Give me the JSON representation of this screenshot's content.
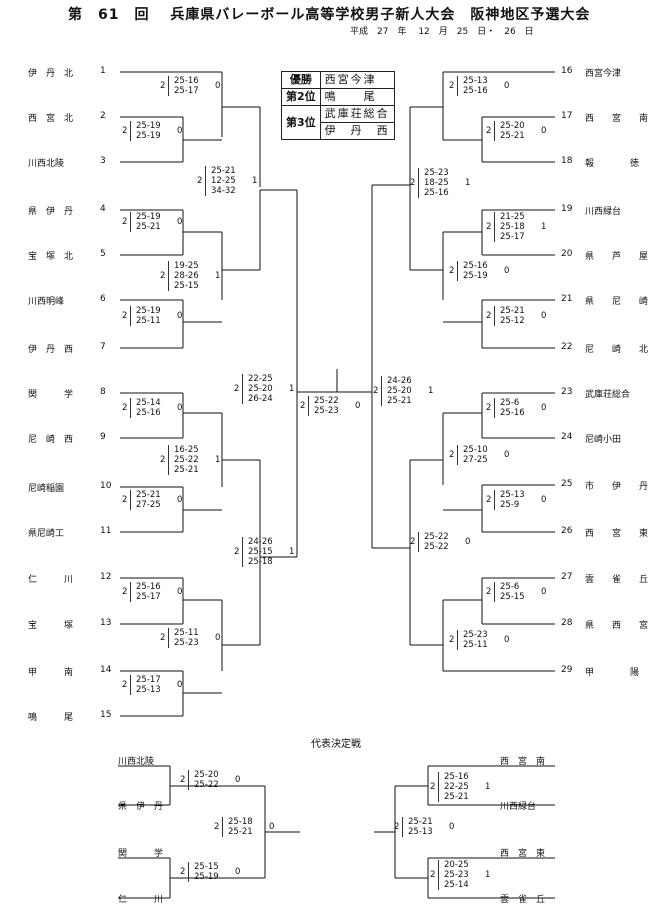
{
  "header": {
    "title": "第　61　回　 兵庫県バレーボール高等学校男子新人大会　阪神地区予選大会",
    "dates": "平成　27　年　 12　月　25　日・　26　日"
  },
  "results": [
    {
      "rank": "優勝",
      "team": "西宮今津"
    },
    {
      "rank": "第2位",
      "team": "鳴　　尾"
    },
    {
      "rank": "第3位",
      "team": "武庫荘総合"
    },
    {
      "rank": "",
      "team": "伊　丹　西"
    }
  ],
  "left_teams": [
    {
      "seed": "1",
      "name": "伊　丹　北"
    },
    {
      "seed": "2",
      "name": "西　宮　北"
    },
    {
      "seed": "3",
      "name": "川西北陵"
    },
    {
      "seed": "4",
      "name": "県　伊　丹"
    },
    {
      "seed": "5",
      "name": "宝　塚　北"
    },
    {
      "seed": "6",
      "name": "川西明峰"
    },
    {
      "seed": "7",
      "name": "伊　丹　西"
    },
    {
      "seed": "8",
      "name": "関　　　学"
    },
    {
      "seed": "9",
      "name": "尼　崎　西"
    },
    {
      "seed": "10",
      "name": "尼崎稲園"
    },
    {
      "seed": "11",
      "name": "県尼崎工"
    },
    {
      "seed": "12",
      "name": "仁　　　川"
    },
    {
      "seed": "13",
      "name": "宝　　　塚"
    },
    {
      "seed": "14",
      "name": "甲　　　南"
    },
    {
      "seed": "15",
      "name": "鳴　　　尾"
    }
  ],
  "right_teams": [
    {
      "seed": "16",
      "name": "西宮今津"
    },
    {
      "seed": "17",
      "name": "西　　宮　　南"
    },
    {
      "seed": "18",
      "name": "報　　　　徳"
    },
    {
      "seed": "19",
      "name": "川西緑台"
    },
    {
      "seed": "20",
      "name": "県　　芦　　屋"
    },
    {
      "seed": "21",
      "name": "県　　尼　　崎"
    },
    {
      "seed": "22",
      "name": "尼　　崎　　北"
    },
    {
      "seed": "23",
      "name": "武庫荘総合"
    },
    {
      "seed": "24",
      "name": "尼崎小田"
    },
    {
      "seed": "25",
      "name": "市　　伊　　丹"
    },
    {
      "seed": "26",
      "name": "西　　宮　　東"
    },
    {
      "seed": "27",
      "name": "雲　　雀　　丘"
    },
    {
      "seed": "28",
      "name": "県　　西　　宮"
    },
    {
      "seed": "29",
      "name": "甲　　　　陽"
    }
  ],
  "scores": [
    {
      "id": "L1",
      "w": "2",
      "sets": [
        "25-16",
        "25-17"
      ],
      "l": "0"
    },
    {
      "id": "L2",
      "w": "2",
      "sets": [
        "25-19",
        "25-19"
      ],
      "l": "0"
    },
    {
      "id": "L3",
      "w": "2",
      "sets": [
        "25-21",
        "12-25",
        "34-32"
      ],
      "l": "1"
    },
    {
      "id": "L4",
      "w": "2",
      "sets": [
        "25-19",
        "25-21"
      ],
      "l": "0"
    },
    {
      "id": "L5",
      "w": "2",
      "sets": [
        "19-25",
        "28-26",
        "25-15"
      ],
      "l": "1"
    },
    {
      "id": "L6",
      "w": "2",
      "sets": [
        "25-19",
        "25-11"
      ],
      "l": "0"
    },
    {
      "id": "L7",
      "w": "2",
      "sets": [
        "22-25",
        "25-20",
        "26-24"
      ],
      "l": "1"
    },
    {
      "id": "L8",
      "w": "2",
      "sets": [
        "25-14",
        "25-16"
      ],
      "l": "0"
    },
    {
      "id": "L9",
      "w": "2",
      "sets": [
        "16-25",
        "25-22",
        "25-21"
      ],
      "l": "1"
    },
    {
      "id": "L10",
      "w": "2",
      "sets": [
        "25-21",
        "27-25"
      ],
      "l": "0"
    },
    {
      "id": "L11",
      "w": "2",
      "sets": [
        "24-26",
        "25-15",
        "25-18"
      ],
      "l": "1"
    },
    {
      "id": "L12",
      "w": "2",
      "sets": [
        "25-16",
        "25-17"
      ],
      "l": "0"
    },
    {
      "id": "L13",
      "w": "2",
      "sets": [
        "25-11",
        "25-23"
      ],
      "l": "0"
    },
    {
      "id": "L14",
      "w": "2",
      "sets": [
        "25-17",
        "25-13"
      ],
      "l": "0"
    },
    {
      "id": "C",
      "w": "2",
      "sets": [
        "25-22",
        "25-23"
      ],
      "l": "0"
    },
    {
      "id": "R1",
      "w": "2",
      "sets": [
        "25-13",
        "25-16"
      ],
      "l": "0"
    },
    {
      "id": "R2",
      "w": "2",
      "sets": [
        "25-20",
        "25-21"
      ],
      "l": "0"
    },
    {
      "id": "R3",
      "w": "2",
      "sets": [
        "25-23",
        "18-25",
        "25-16"
      ],
      "l": "1"
    },
    {
      "id": "R4",
      "w": "2",
      "sets": [
        "21-25",
        "25-18",
        "25-17"
      ],
      "l": "1"
    },
    {
      "id": "R5",
      "w": "2",
      "sets": [
        "25-16",
        "25-19"
      ],
      "l": "0"
    },
    {
      "id": "R6",
      "w": "2",
      "sets": [
        "25-21",
        "25-12"
      ],
      "l": "0"
    },
    {
      "id": "R7",
      "w": "2",
      "sets": [
        "24-26",
        "25-20",
        "25-21"
      ],
      "l": "1"
    },
    {
      "id": "R8",
      "w": "2",
      "sets": [
        "25-6",
        "25-16"
      ],
      "l": "0"
    },
    {
      "id": "R9",
      "w": "2",
      "sets": [
        "25-10",
        "27-25"
      ],
      "l": "0"
    },
    {
      "id": "R10",
      "w": "2",
      "sets": [
        "25-13",
        "25-9"
      ],
      "l": "0"
    },
    {
      "id": "R11",
      "w": "2",
      "sets": [
        "25-22",
        "25-22"
      ],
      "l": "0"
    },
    {
      "id": "R12",
      "w": "2",
      "sets": [
        "25-6",
        "25-15"
      ],
      "l": "0"
    },
    {
      "id": "R13",
      "w": "2",
      "sets": [
        "25-23",
        "25-11"
      ],
      "l": "0"
    }
  ],
  "playoff": {
    "title": "代表決定戦",
    "left_teams": [
      "川西北陵",
      "県　伊　丹",
      "関　　　学",
      "仁　　　川"
    ],
    "right_teams": [
      "西　宮　南",
      "川西緑台",
      "西　宮　東",
      "雲　雀　丘"
    ],
    "scores": [
      {
        "id": "P1",
        "w": "2",
        "sets": [
          "25-20",
          "25-22"
        ],
        "l": "0"
      },
      {
        "id": "P2",
        "w": "2",
        "sets": [
          "25-18",
          "25-21"
        ],
        "l": "0"
      },
      {
        "id": "P3",
        "w": "2",
        "sets": [
          "25-15",
          "25-19"
        ],
        "l": "0"
      },
      {
        "id": "P4",
        "w": "2",
        "sets": [
          "25-16",
          "22-25",
          "25-21"
        ],
        "l": "1"
      },
      {
        "id": "P5",
        "w": "2",
        "sets": [
          "25-21",
          "25-13"
        ],
        "l": "0"
      },
      {
        "id": "P6",
        "w": "2",
        "sets": [
          "20-25",
          "25-23",
          "25-14"
        ],
        "l": "1"
      }
    ]
  }
}
